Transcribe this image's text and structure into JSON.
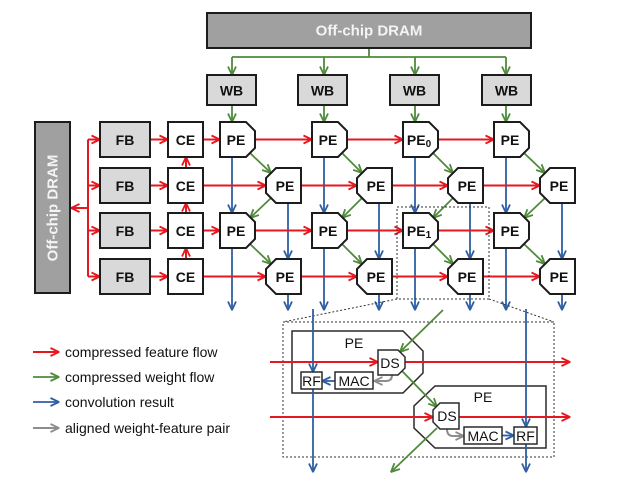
{
  "diagram": {
    "top_dram": {
      "label": "Off-chip DRAM"
    },
    "left_dram": {
      "label": "Off-chip DRAM"
    },
    "weight_buffers": [
      {
        "label": "WB"
      },
      {
        "label": "WB"
      },
      {
        "label": "WB"
      },
      {
        "label": "WB"
      }
    ],
    "feature_buffers": [
      {
        "label": "FB"
      },
      {
        "label": "FB"
      },
      {
        "label": "FB"
      },
      {
        "label": "FB"
      }
    ],
    "compress_engines": [
      {
        "label": "CE"
      },
      {
        "label": "CE"
      },
      {
        "label": "CE"
      },
      {
        "label": "CE"
      }
    ],
    "pe_array": {
      "rows": [
        [
          {
            "label": "PE",
            "sub": ""
          },
          {
            "label": "PE",
            "sub": ""
          },
          {
            "label": "PE",
            "sub": "0"
          },
          {
            "label": "PE",
            "sub": ""
          }
        ],
        [
          {
            "label": "PE",
            "sub": ""
          },
          {
            "label": "PE",
            "sub": ""
          },
          {
            "label": "PE",
            "sub": ""
          },
          {
            "label": "PE",
            "sub": ""
          }
        ],
        [
          {
            "label": "PE",
            "sub": ""
          },
          {
            "label": "PE",
            "sub": ""
          },
          {
            "label": "PE",
            "sub": "1"
          },
          {
            "label": "PE",
            "sub": ""
          }
        ],
        [
          {
            "label": "PE",
            "sub": ""
          },
          {
            "label": "PE",
            "sub": ""
          },
          {
            "label": "PE",
            "sub": ""
          },
          {
            "label": "PE",
            "sub": ""
          }
        ]
      ]
    },
    "detail_view": {
      "pe_top": {
        "label": "PE",
        "ds": "DS",
        "mac": "MAC",
        "rf": "RF"
      },
      "pe_bottom": {
        "label": "PE",
        "ds": "DS",
        "mac": "MAC",
        "rf": "RF"
      }
    }
  },
  "legend": [
    {
      "label": "compressed feature flow",
      "kind": "feature"
    },
    {
      "label": "compressed weight flow",
      "kind": "weight"
    },
    {
      "label": "convolution result",
      "kind": "result"
    },
    {
      "label": "aligned weight-feature pair",
      "kind": "pair"
    }
  ],
  "colors": {
    "feature": "#e5171f",
    "weight": "#4f8b3b",
    "result": "#2e5fa3",
    "pair": "#8d8d8d",
    "dram": "#a0a0a0",
    "buffer": "#d9d9d9"
  }
}
